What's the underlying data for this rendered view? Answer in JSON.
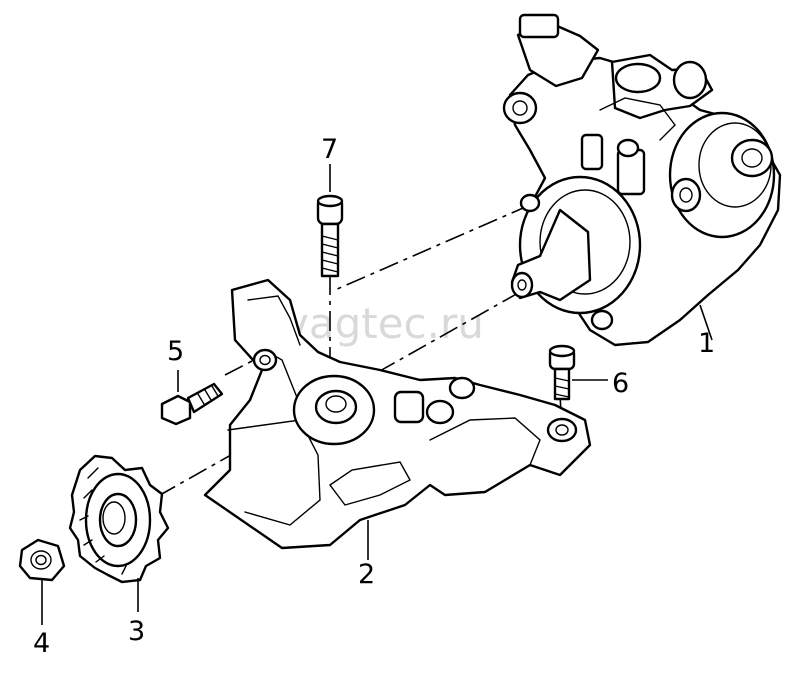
{
  "watermark": "vagtec.ru",
  "callouts": {
    "c1": "1",
    "c2": "2",
    "c3": "3",
    "c4": "4",
    "c5": "5",
    "c6": "6",
    "c7": "7"
  },
  "colors": {
    "line": "#000000",
    "background": "#ffffff",
    "watermark": "#d9d9d9"
  }
}
